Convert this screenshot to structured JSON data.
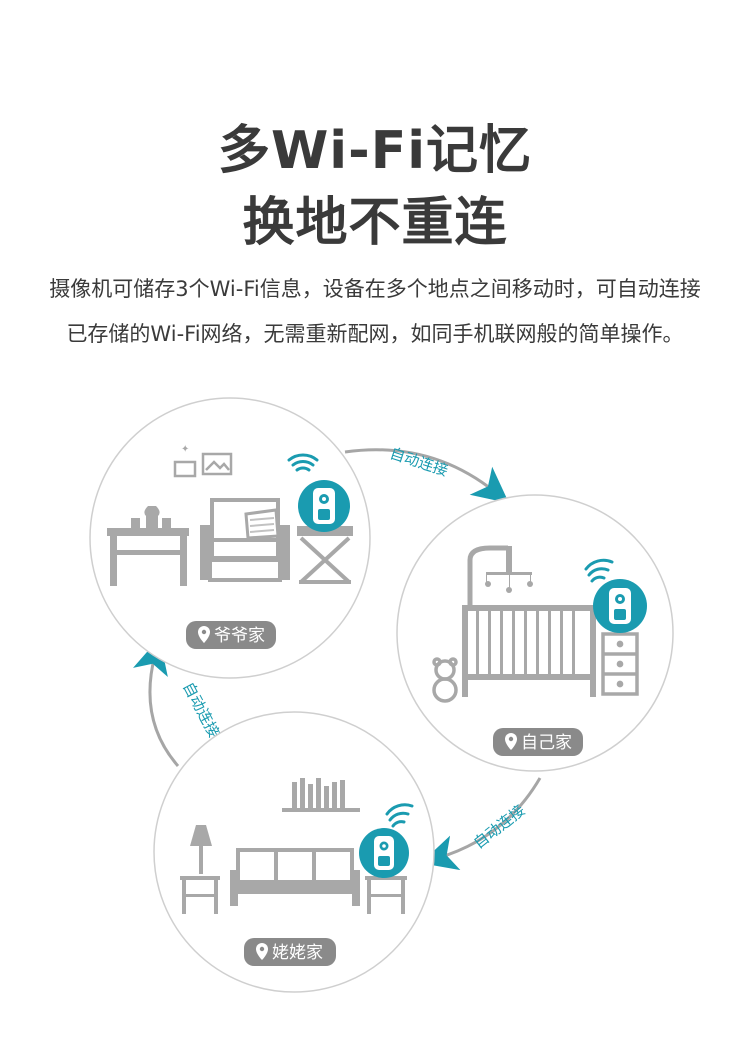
{
  "header": {
    "title_line1": "多Wi-Fi记忆",
    "title_line2": "换地不重连"
  },
  "description": {
    "line1": "摄像机可储存3个Wi-Fi信息，设备在多个地点之间移动时，可自动连接",
    "line2": "已存储的Wi-Fi网络，无需重新配网，如同手机联网般的简单操作。"
  },
  "locations": [
    {
      "label": "爷爷家",
      "icon": "location-pin-icon"
    },
    {
      "label": "自己家",
      "icon": "location-pin-icon"
    },
    {
      "label": "姥姥家",
      "icon": "location-pin-icon"
    }
  ],
  "arrows": [
    {
      "label": "自动连接"
    },
    {
      "label": "自动连接"
    },
    {
      "label": "自动连接"
    }
  ],
  "colors": {
    "accent": "#1a9bb0",
    "furniture": "#a8a8a8",
    "pill": "#8a8a8a",
    "circle_border": "#cfcfcf",
    "text": "#3a3a3a"
  }
}
